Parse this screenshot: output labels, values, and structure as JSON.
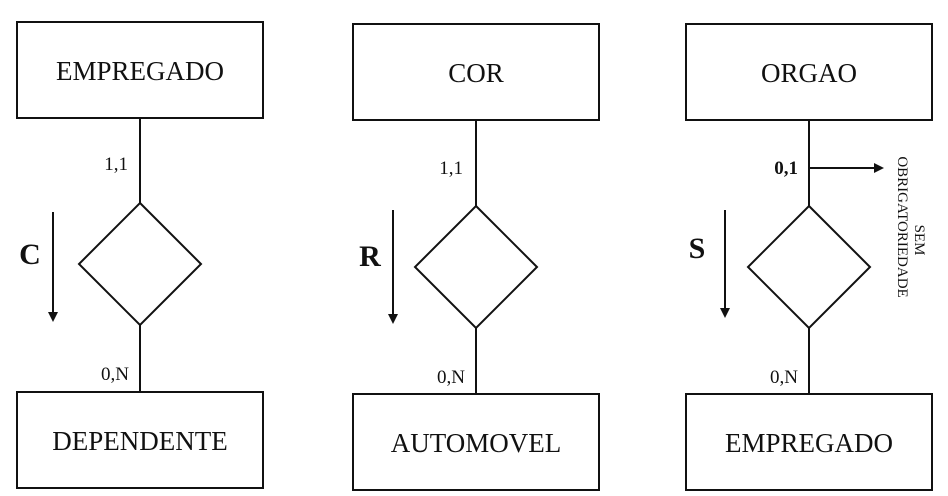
{
  "diagrams": [
    {
      "top_entity": "EMPREGADO",
      "bottom_entity": "DEPENDENTE",
      "top_cardinality": "1,1",
      "bottom_cardinality": "0,N",
      "relationship_label": "C"
    },
    {
      "top_entity": "COR",
      "bottom_entity": "AUTOMOVEL",
      "top_cardinality": "1,1",
      "bottom_cardinality": "0,N",
      "relationship_label": "R"
    },
    {
      "top_entity": "ORGAO",
      "bottom_entity": "EMPREGADO",
      "top_cardinality": "0,1",
      "bottom_cardinality": "0,N",
      "relationship_label": "S",
      "annotation_line1": "SEM",
      "annotation_line2": "OBRIGATORIEDADE"
    }
  ]
}
